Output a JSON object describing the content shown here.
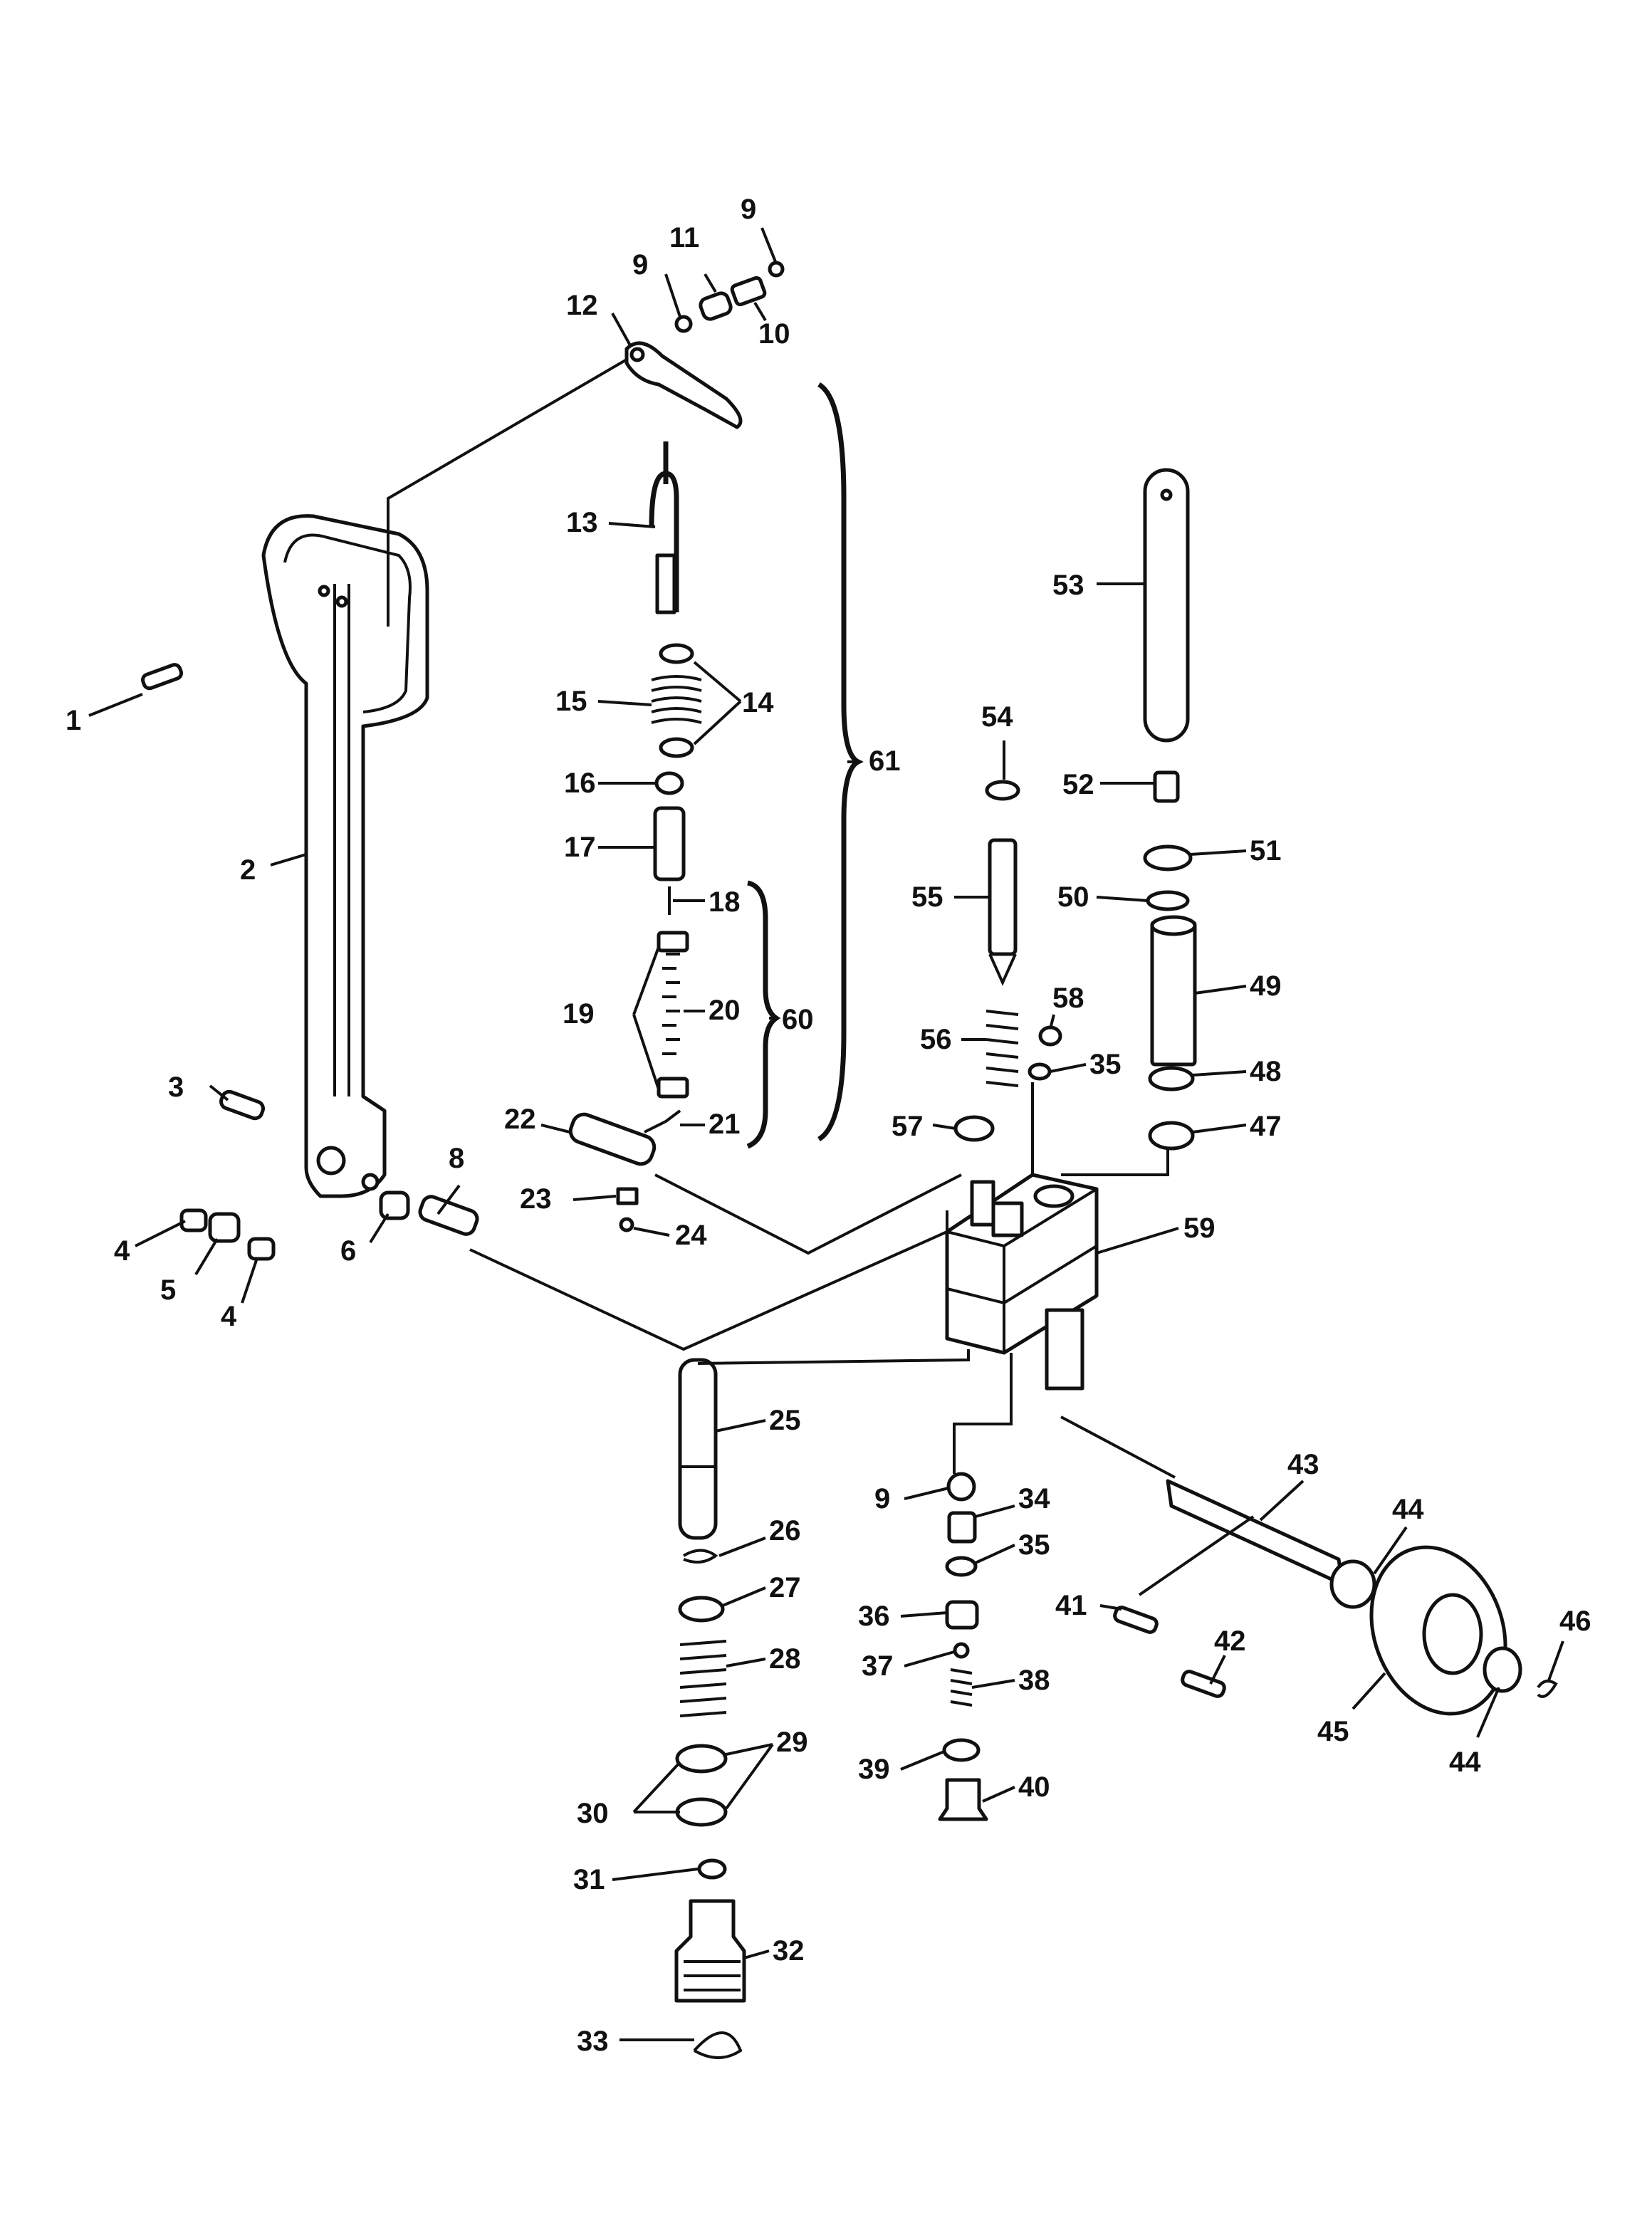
{
  "diagram": {
    "labels": [
      "1",
      "2",
      "3",
      "4",
      "5",
      "4",
      "6",
      "8",
      "9",
      "11",
      "9",
      "10",
      "12",
      "13",
      "15",
      "14",
      "16",
      "17",
      "18",
      "19",
      "20",
      "60",
      "61",
      "21",
      "22",
      "23",
      "24",
      "53",
      "54",
      "52",
      "51",
      "55",
      "50",
      "49",
      "58",
      "56",
      "35",
      "48",
      "57",
      "47",
      "59",
      "25",
      "26",
      "27",
      "28",
      "29",
      "30",
      "31",
      "32",
      "33",
      "9",
      "34",
      "35",
      "36",
      "37",
      "38",
      "39",
      "40",
      "41",
      "42",
      "43",
      "44",
      "45",
      "44",
      "46"
    ]
  }
}
